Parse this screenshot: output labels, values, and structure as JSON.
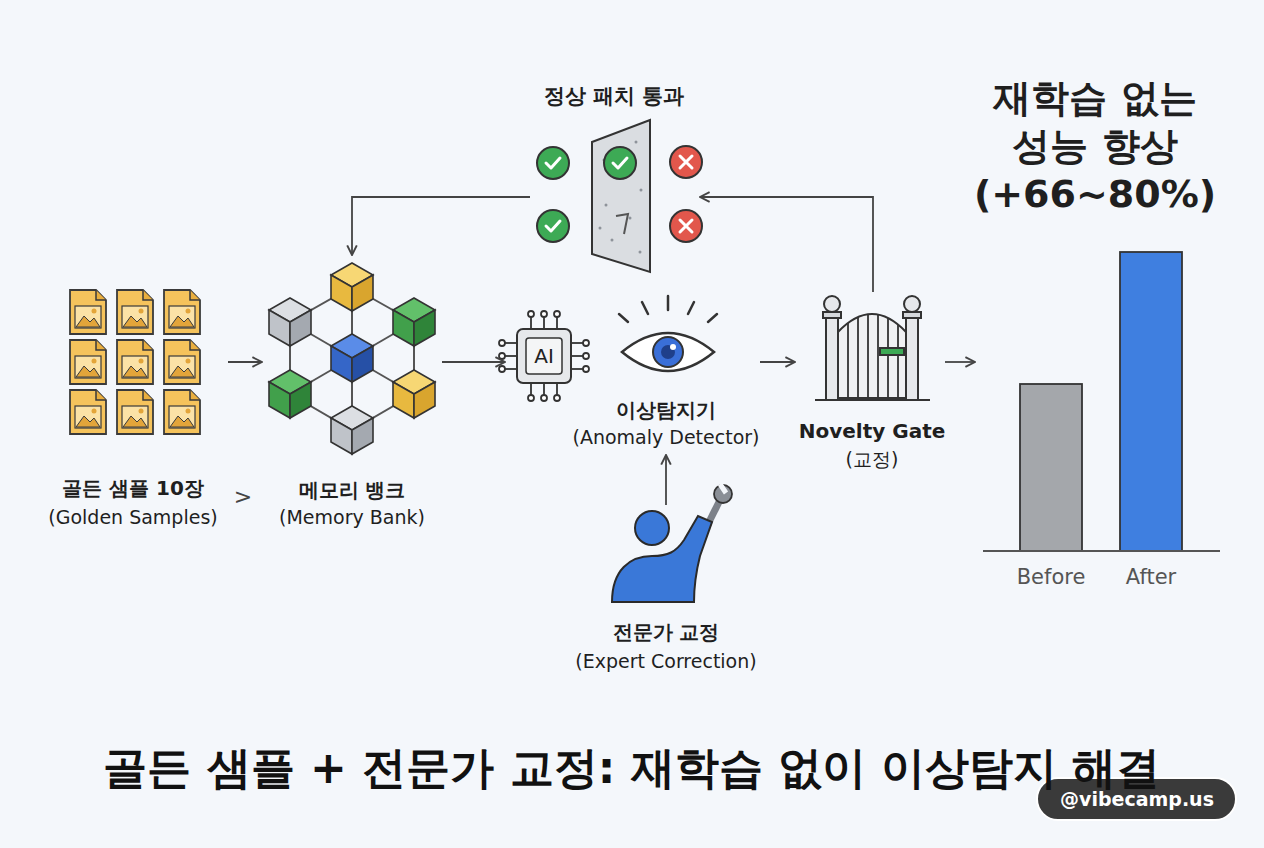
{
  "diagram": {
    "title": "골든 샘플 + 전문가 교정: 재학습 없이 이상탐지 해결",
    "nodes": [
      {
        "text": [
          "골든 샘플 10장",
          "(Golden Samples)"
        ]
      },
      {
        "text": [
          "메모리 뱅크",
          "(Memory Bank)"
        ]
      },
      {
        "text": [
          "이상탐지기",
          "(Anomaly Detector)"
        ]
      },
      {
        "text": [
          "Novelty Gate",
          "(교정)"
        ]
      },
      {
        "text": [
          "정상 패치 통과"
        ]
      },
      {
        "text": [
          "전문가 교정",
          "(Expert Correction)"
        ]
      },
      {
        "text": [
          "재학습 없는 성능 향상 (+66~80%)"
        ]
      }
    ],
    "edges": [
      {
        "from": 0,
        "to": 1,
        "arrow": "to"
      },
      {
        "from": 1,
        "to": 2,
        "arrow": "to"
      },
      {
        "from": 2,
        "to": 3,
        "arrow": "to"
      },
      {
        "from": 3,
        "to": 4,
        "arrow": "to"
      },
      {
        "from": 4,
        "to": 1,
        "arrow": "to"
      },
      {
        "from": 5,
        "to": 2,
        "arrow": "to"
      },
      {
        "from": 3,
        "to": 6,
        "arrow": "to"
      }
    ],
    "labels": [
      "AI",
      ">",
      "Before",
      "After",
      "@vibecamp.us"
    ]
  }
}
